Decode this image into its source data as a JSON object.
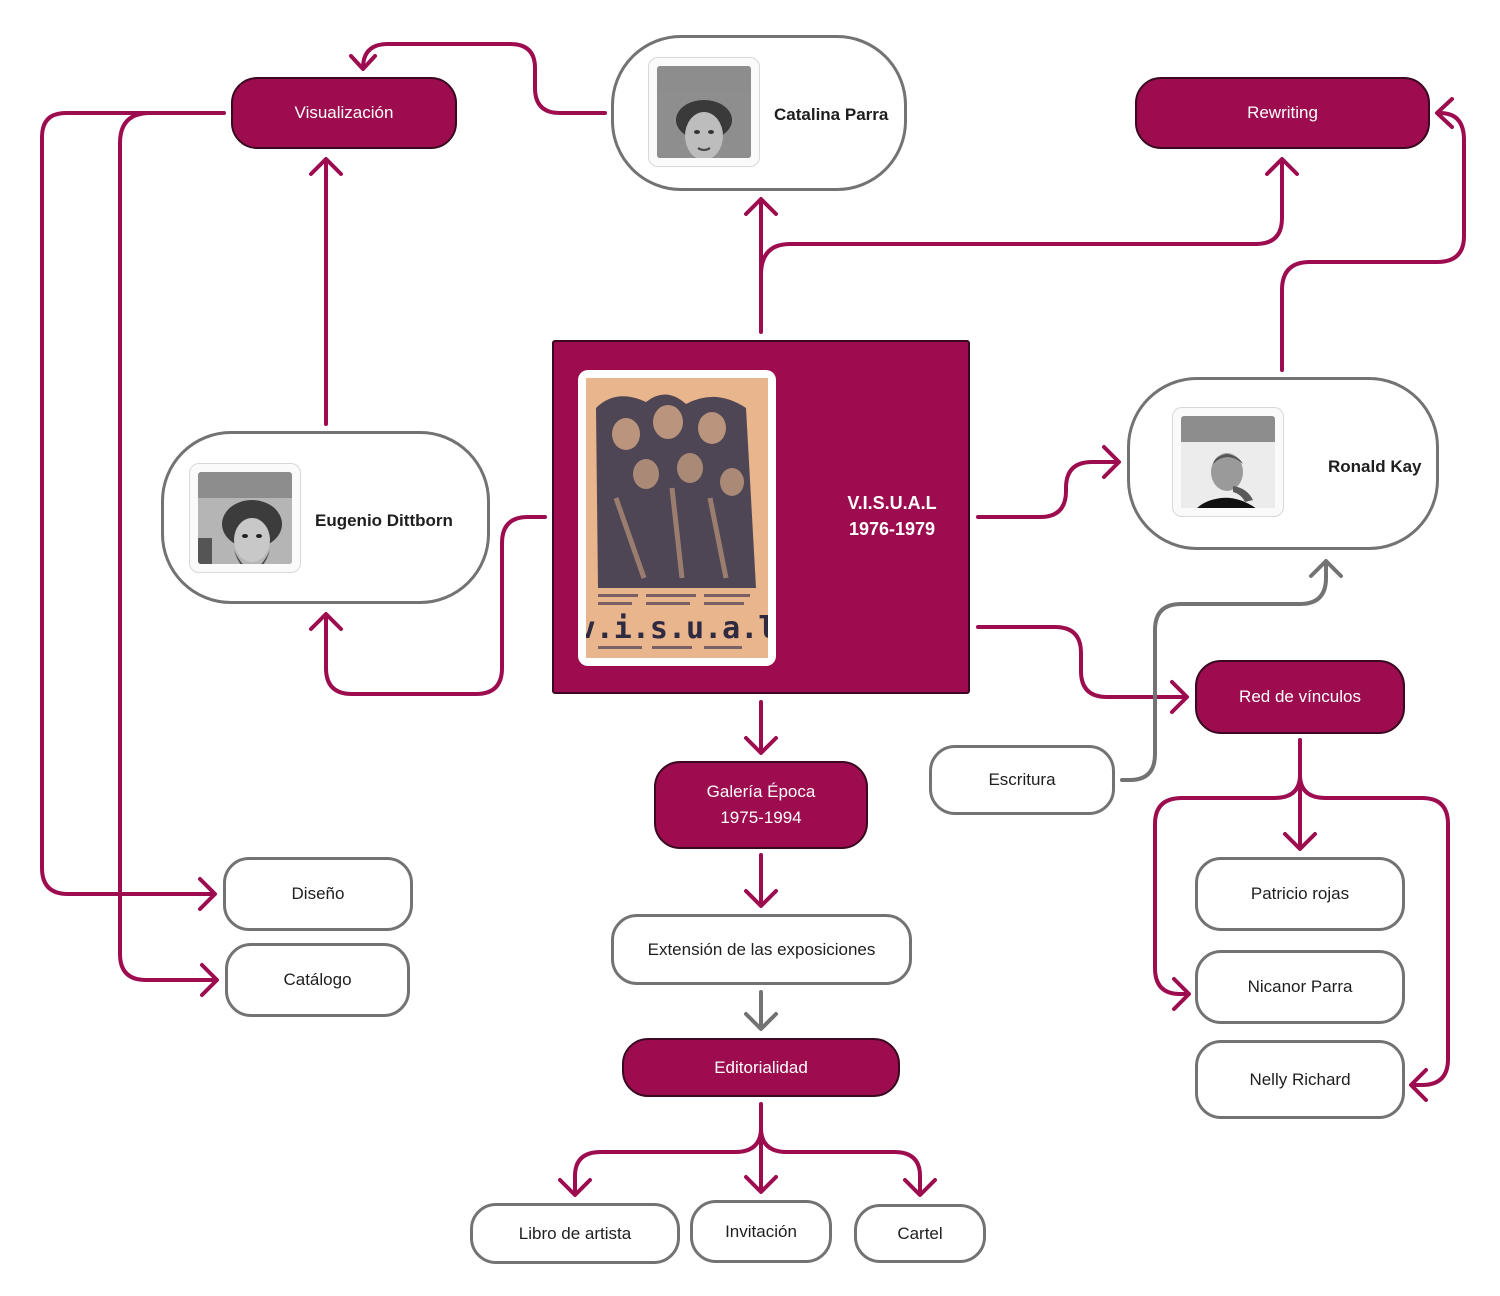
{
  "colors": {
    "accent": "#9c0c4e",
    "outline": "#737373",
    "grey_arrow": "#737373"
  },
  "central": {
    "title": "V.I.S.U.A.L\n1976-1979",
    "image": "visual-magazine-cover"
  },
  "people": {
    "catalina": {
      "name": "Catalina Parra",
      "photo": "portrait-photo"
    },
    "eugenio": {
      "name": "Eugenio Dittborn",
      "photo": "portrait-photo"
    },
    "ronald": {
      "name": "Ronald Kay",
      "photo": "portrait-photo"
    }
  },
  "nodes": {
    "visualizacion": "Visualización",
    "rewriting": "Rewriting",
    "red_vinculos": "Red de vínculos",
    "galeria": "Galería Época\n1975-1994",
    "editorialidad": "Editorialidad",
    "escritura": "Escritura",
    "diseno": "Diseño",
    "catalogo": "Catálogo",
    "extension": "Extensión de las exposiciones",
    "patricio": "Patricio rojas",
    "nicanor": "Nicanor Parra",
    "nelly": "Nelly Richard",
    "libro": "Libro de artista",
    "invitacion": "Invitación",
    "cartel": "Cartel"
  }
}
